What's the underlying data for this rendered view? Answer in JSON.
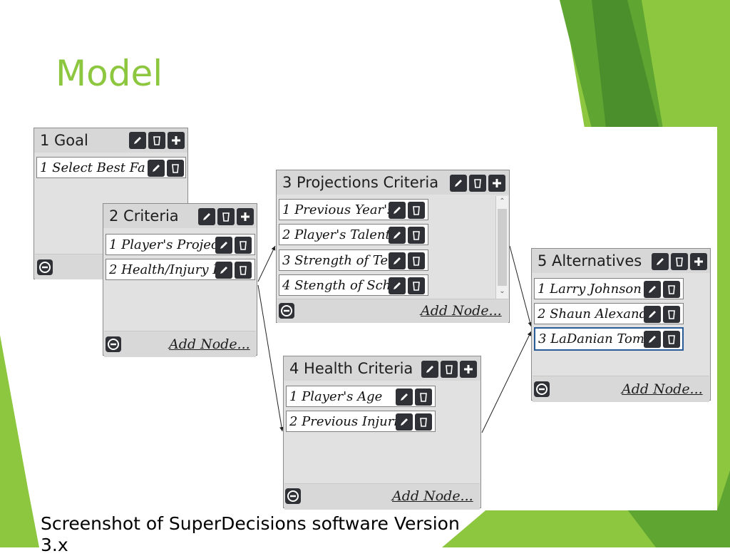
{
  "slide": {
    "title": "Model",
    "caption": "Screenshot of SuperDecisions software Version 3.x",
    "accent_color": "#8dc63f"
  },
  "clusters": {
    "goal": {
      "title": "1 Goal",
      "nodes": [
        "1 Select Best Fa"
      ]
    },
    "criteria": {
      "title": "2 Criteria",
      "nodes": [
        "1 Player's Projec",
        "2 Health/Injury H"
      ],
      "add_node": "Add Node..."
    },
    "projections": {
      "title": "3 Projections Criteria",
      "nodes": [
        "1 Previous Year's",
        "2 Player's Talent",
        "3 Strength of Te",
        "4 Stength of Sch"
      ],
      "add_node": "Add Node..."
    },
    "health": {
      "title": "4 Health Criteria",
      "nodes": [
        "1 Player's Age",
        "2 Previous Injuri"
      ],
      "add_node": "Add Node..."
    },
    "alternatives": {
      "title": "5 Alternatives",
      "nodes": [
        "1 Larry Johnson",
        "2 Shaun Alexand",
        "3 LaDanian Tom"
      ],
      "add_node": "Add Node..."
    }
  },
  "icons": {
    "edit": "pencil-icon",
    "delete": "trash-icon",
    "add": "plus-icon",
    "collapse": "minus-icon"
  }
}
